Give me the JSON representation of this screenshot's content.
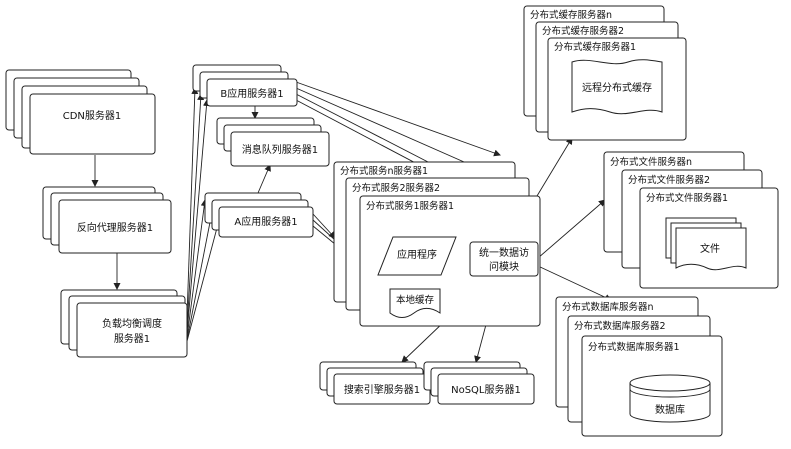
{
  "nodes": {
    "cdn": "CDN服务器1",
    "reverse_proxy": "反向代理服务器1",
    "load_balancer_line1": "负载均衡调度",
    "load_balancer_line2": "服务器1",
    "app_b": "B应用服务器1",
    "mq": "消息队列服务器1",
    "app_a": "A应用服务器1",
    "dist_service_n": "分布式服务n服务器1",
    "dist_service_2": "分布式服务2服务器2",
    "dist_service_1": "分布式服务1服务器1",
    "app_program": "应用程序",
    "local_cache": "本地缓存",
    "data_access_line1": "统一数据访",
    "data_access_line2": "问模块",
    "search": "搜索引擎服务器1",
    "nosql": "NoSQL服务器1",
    "cache_n": "分布式缓存服务器n",
    "cache_2": "分布式缓存服务器2",
    "cache_1": "分布式缓存服务器1",
    "remote_cache": "远程分布式缓存",
    "file_n": "分布式文件服务器n",
    "file_2": "分布式文件服务器2",
    "file_1": "分布式文件服务器1",
    "file_doc": "文件",
    "db_n": "分布式数据库服务器n",
    "db_2": "分布式数据库服务器2",
    "db_1": "分布式数据库服务器1",
    "database": "数据库"
  }
}
